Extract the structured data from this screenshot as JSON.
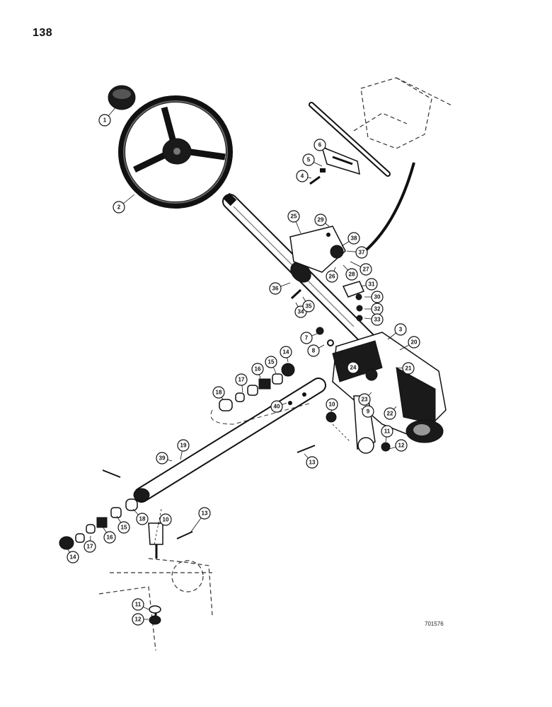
{
  "page": {
    "number": "138",
    "figure_code": "701576"
  },
  "callouts": [
    {
      "id": "c1",
      "label": "1"
    },
    {
      "id": "c2",
      "label": "2"
    },
    {
      "id": "c3",
      "label": "3"
    },
    {
      "id": "c4",
      "label": "4"
    },
    {
      "id": "c5",
      "label": "5"
    },
    {
      "id": "c6",
      "label": "6"
    },
    {
      "id": "c7",
      "label": "7"
    },
    {
      "id": "c8",
      "label": "8"
    },
    {
      "id": "c9",
      "label": "9"
    },
    {
      "id": "c10a",
      "label": "10"
    },
    {
      "id": "c10b",
      "label": "10"
    },
    {
      "id": "c11a",
      "label": "11"
    },
    {
      "id": "c11b",
      "label": "11"
    },
    {
      "id": "c12a",
      "label": "12"
    },
    {
      "id": "c12b",
      "label": "12"
    },
    {
      "id": "c13a",
      "label": "13"
    },
    {
      "id": "c13b",
      "label": "13"
    },
    {
      "id": "c14a",
      "label": "14"
    },
    {
      "id": "c14b",
      "label": "14"
    },
    {
      "id": "c15a",
      "label": "15"
    },
    {
      "id": "c15b",
      "label": "15"
    },
    {
      "id": "c16a",
      "label": "16"
    },
    {
      "id": "c16b",
      "label": "16"
    },
    {
      "id": "c17a",
      "label": "17"
    },
    {
      "id": "c17b",
      "label": "17"
    },
    {
      "id": "c18a",
      "label": "18"
    },
    {
      "id": "c18b",
      "label": "18"
    },
    {
      "id": "c19",
      "label": "19"
    },
    {
      "id": "c20",
      "label": "20"
    },
    {
      "id": "c21",
      "label": "21"
    },
    {
      "id": "c22",
      "label": "22"
    },
    {
      "id": "c23",
      "label": "23"
    },
    {
      "id": "c24",
      "label": "24"
    },
    {
      "id": "c25",
      "label": "25"
    },
    {
      "id": "c26",
      "label": "26"
    },
    {
      "id": "c27",
      "label": "27"
    },
    {
      "id": "c28",
      "label": "28"
    },
    {
      "id": "c29",
      "label": "29"
    },
    {
      "id": "c30",
      "label": "30"
    },
    {
      "id": "c31",
      "label": "31"
    },
    {
      "id": "c32",
      "label": "32"
    },
    {
      "id": "c33",
      "label": "33"
    },
    {
      "id": "c34",
      "label": "34"
    },
    {
      "id": "c35",
      "label": "35"
    },
    {
      "id": "c36",
      "label": "36"
    },
    {
      "id": "c37",
      "label": "37"
    },
    {
      "id": "c38",
      "label": "38"
    },
    {
      "id": "c39",
      "label": "39"
    },
    {
      "id": "c40",
      "label": "40"
    }
  ]
}
